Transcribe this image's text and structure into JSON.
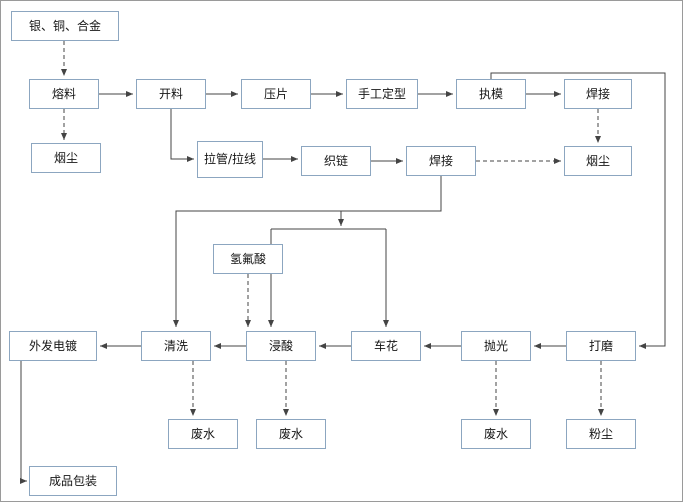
{
  "diagram": {
    "type": "process-flowchart",
    "colors": {
      "background": "#ffffff",
      "frame_border": "#9a9a9a",
      "box_border": "#8ca6c0",
      "line": "#444444"
    },
    "nodes": {
      "raw_material": {
        "label": "银、铜、合金"
      },
      "melting": {
        "label": "熔料"
      },
      "cutting": {
        "label": "开料"
      },
      "pressing": {
        "label": "压片"
      },
      "manual_shaping": {
        "label": "手工定型"
      },
      "molding": {
        "label": "执模"
      },
      "welding_top": {
        "label": "焊接"
      },
      "smoke_left": {
        "label": "烟尘"
      },
      "wire_drawing": {
        "label": "拉管/拉线"
      },
      "chain_weaving": {
        "label": "织链"
      },
      "welding_chain": {
        "label": "焊接"
      },
      "smoke_right": {
        "label": "烟尘"
      },
      "hydrofluoric_acid": {
        "label": "氢氟酸"
      },
      "outsourced_plating": {
        "label": "外发电镀"
      },
      "cleaning": {
        "label": "清洗"
      },
      "acid_dipping": {
        "label": "浸酸"
      },
      "engraving": {
        "label": "车花"
      },
      "polishing": {
        "label": "抛光"
      },
      "grinding": {
        "label": "打磨"
      },
      "wastewater_cleaning": {
        "label": "废水"
      },
      "wastewater_acid": {
        "label": "废水"
      },
      "wastewater_polishing": {
        "label": "废水"
      },
      "dust_grinding": {
        "label": "粉尘"
      },
      "packaging": {
        "label": "成品包装"
      }
    },
    "edges": [
      {
        "from": "raw_material",
        "to": "melting",
        "style": "dashed"
      },
      {
        "from": "melting",
        "to": "cutting",
        "style": "solid"
      },
      {
        "from": "melting",
        "to": "smoke_left",
        "style": "dashed"
      },
      {
        "from": "cutting",
        "to": "pressing",
        "style": "solid"
      },
      {
        "from": "pressing",
        "to": "manual_shaping",
        "style": "solid"
      },
      {
        "from": "manual_shaping",
        "to": "molding",
        "style": "solid"
      },
      {
        "from": "molding",
        "to": "welding_top",
        "style": "solid"
      },
      {
        "from": "welding_top",
        "to": "smoke_right",
        "style": "dashed"
      },
      {
        "from": "cutting",
        "to": "wire_drawing",
        "style": "solid"
      },
      {
        "from": "wire_drawing",
        "to": "chain_weaving",
        "style": "solid"
      },
      {
        "from": "chain_weaving",
        "to": "welding_chain",
        "style": "solid"
      },
      {
        "from": "welding_chain",
        "to": "smoke_right",
        "style": "dashed"
      },
      {
        "from": "welding_chain",
        "to": "cleaning",
        "style": "solid"
      },
      {
        "from": "welding_chain",
        "to": "acid_dipping",
        "style": "solid"
      },
      {
        "from": "welding_chain",
        "to": "engraving",
        "style": "solid"
      },
      {
        "from": "molding",
        "to": "grinding",
        "style": "solid"
      },
      {
        "from": "grinding",
        "to": "polishing",
        "style": "solid"
      },
      {
        "from": "polishing",
        "to": "engraving",
        "style": "solid"
      },
      {
        "from": "engraving",
        "to": "acid_dipping",
        "style": "solid"
      },
      {
        "from": "acid_dipping",
        "to": "cleaning",
        "style": "solid"
      },
      {
        "from": "cleaning",
        "to": "outsourced_plating",
        "style": "solid"
      },
      {
        "from": "outsourced_plating",
        "to": "packaging",
        "style": "solid"
      },
      {
        "from": "hydrofluoric_acid",
        "to": "acid_dipping",
        "style": "dashed"
      },
      {
        "from": "cleaning",
        "to": "wastewater_cleaning",
        "style": "dashed"
      },
      {
        "from": "acid_dipping",
        "to": "wastewater_acid",
        "style": "dashed"
      },
      {
        "from": "polishing",
        "to": "wastewater_polishing",
        "style": "dashed"
      },
      {
        "from": "grinding",
        "to": "dust_grinding",
        "style": "dashed"
      }
    ]
  }
}
